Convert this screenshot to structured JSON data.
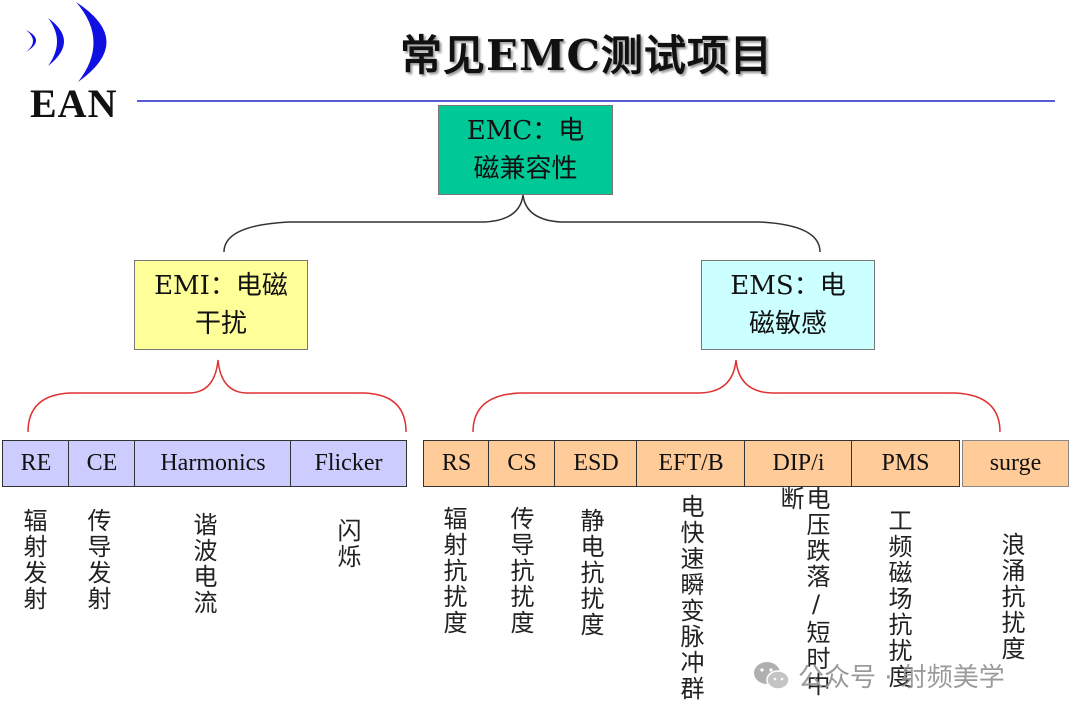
{
  "header": {
    "logo_text": "EAN",
    "title": "常见EMC测试项目"
  },
  "colors": {
    "rule": "#5a5ad6",
    "logo_blue": "#1010e0",
    "emc_box": "#00c896",
    "emi_box": "#ffff99",
    "ems_box": "#ccffff",
    "emi_cells": "#ccccff",
    "ems_cells": "#ffcc99",
    "bracket_top": "#333333",
    "bracket_bottom": "#e03030"
  },
  "root": {
    "line1": "EMC：电",
    "line2": "磁兼容性"
  },
  "emi": {
    "line1": "EMI：电磁",
    "line2": "干扰",
    "tests": [
      {
        "abbr": "RE",
        "desc": "辐射发射"
      },
      {
        "abbr": "CE",
        "desc": "传导发射"
      },
      {
        "abbr": "Harmonics",
        "desc": "谐波电流"
      },
      {
        "abbr": "Flicker",
        "desc": "闪烁"
      }
    ]
  },
  "ems": {
    "line1": "EMS：电",
    "line2": "磁敏感",
    "tests": [
      {
        "abbr": "RS",
        "desc": "辐射抗扰度"
      },
      {
        "abbr": "CS",
        "desc": "传导抗扰度"
      },
      {
        "abbr": "ESD",
        "desc": "静电抗扰度"
      },
      {
        "abbr": "EFT/B",
        "desc": "电快速瞬变脉冲群"
      },
      {
        "abbr": "DIP/i",
        "desc": "电压跌落/短时中断"
      },
      {
        "abbr": "PMS",
        "desc": "工频磁场抗扰度"
      },
      {
        "abbr": "surge",
        "desc": "浪涌抗扰度"
      }
    ]
  },
  "watermark": {
    "text": "公众号 · 射频美学"
  }
}
